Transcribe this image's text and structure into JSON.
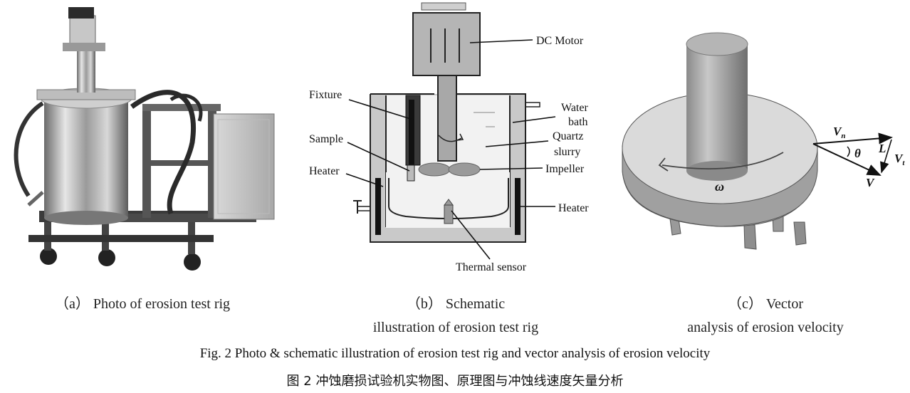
{
  "panel_b": {
    "labels": {
      "motor": "DC Motor",
      "fixture": "Fixture",
      "water_bath_1": "Water",
      "water_bath_2": "bath",
      "quartz_1": "Quartz",
      "quartz_2": "slurry",
      "sample": "Sample",
      "impeller": "Impeller",
      "heater_left": "Heater",
      "heater_right": "Heater",
      "thermal": "Thermal sensor"
    }
  },
  "panel_c": {
    "labels": {
      "vn": "V",
      "vn_sub": "n",
      "theta": "θ",
      "l": "L",
      "vt": "V",
      "vt_sub": "t",
      "v": "V",
      "omega": "ω"
    }
  },
  "captions": {
    "a": "（a） Photo of erosion test rig",
    "b_line1": "（b） Schematic",
    "b_line2": "illustration of erosion test rig",
    "c_line1": "（c） Vector",
    "c_line2": "analysis of erosion velocity"
  },
  "figure_caption": {
    "en": "Fig. 2    Photo & schematic illustration of erosion test rig and vector analysis of erosion velocity",
    "zh": "图 2    冲蚀磨损试验机实物图、原理图与冲蚀线速度矢量分析"
  }
}
